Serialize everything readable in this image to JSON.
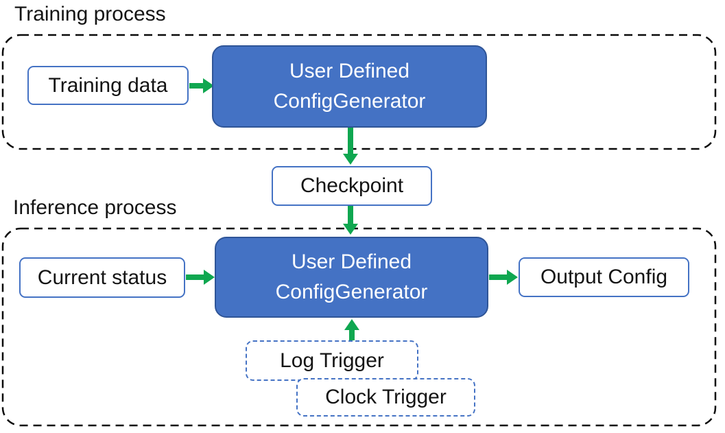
{
  "colors": {
    "box_blue_fill": "#4472C4",
    "box_blue_border": "#2F5597",
    "outline_blue": "#4472C4",
    "arrow_green": "#0FA750",
    "container_dash": "#0A0A0A",
    "text_dark": "#141414"
  },
  "training": {
    "label": "Training process",
    "input_box": "Training data",
    "generator_line1": "User Defined",
    "generator_line2": "ConfigGenerator"
  },
  "checkpoint": {
    "label": "Checkpoint"
  },
  "inference": {
    "label": "Inference process",
    "input_box": "Current status",
    "generator_line1": "User Defined",
    "generator_line2": "ConfigGenerator",
    "output_box": "Output Config",
    "log_trigger": "Log Trigger",
    "clock_trigger": "Clock Trigger"
  }
}
